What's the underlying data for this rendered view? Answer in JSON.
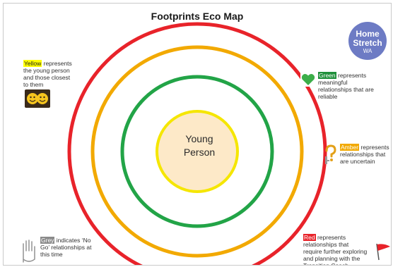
{
  "title": "Footprints Eco Map",
  "center": {
    "line1": "Young",
    "line2": "Person"
  },
  "logo": {
    "line1": "Home",
    "line2": "Stretch",
    "line3": "WA"
  },
  "notes": {
    "yellow": {
      "keyword": "Yellow",
      "text": " represents the young person and those closest to them"
    },
    "green": {
      "keyword": "Green",
      "text": " represents meaningful relationships that are reliable"
    },
    "amber": {
      "keyword": "Amber",
      "text": " represents relationships that are uncertain"
    },
    "red": {
      "keyword": "Red",
      "text": " represents relationships that require further exploring and planning with the Transition Coach"
    },
    "grey": {
      "keyword": "Grey",
      "text": " indicates ‘No Go’ relationships at this time"
    }
  },
  "colors": {
    "red_ring": "#e8232a",
    "amber_ring": "#f2a900",
    "green_ring": "#22a447",
    "yellow_ring": "#f5e600",
    "center_fill": "#fde9c8",
    "logo": "#6d7bc4"
  },
  "icons": {
    "yellow": "smiley-faces-icon",
    "green": "green-heart-icon",
    "amber": "question-key-icon",
    "red": "red-flag-icon",
    "grey": "stop-hand-icon"
  }
}
